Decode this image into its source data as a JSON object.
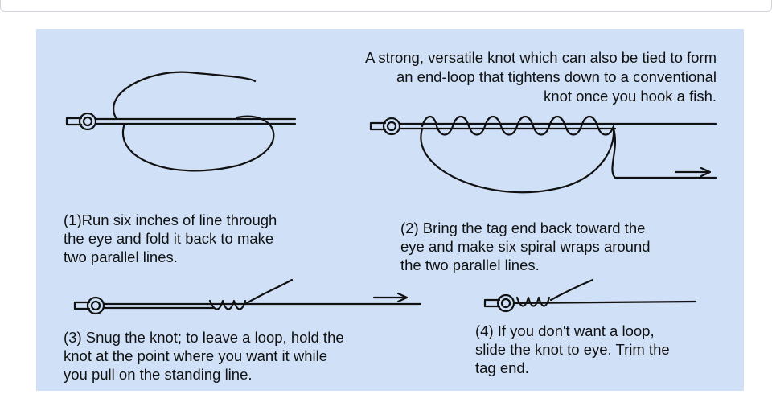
{
  "intro": {
    "line1": "A strong, versatile knot which can also be tied to form",
    "line2": "an end-loop that tightens down to a conventional",
    "line3": "knot once you hook a fish."
  },
  "steps": [
    {
      "line1": "(1)Run six inches of line through",
      "line2": "the eye and fold it back to make",
      "line3": "two parallel lines."
    },
    {
      "line1": "(2) Bring the tag end back toward the",
      "line2": "eye and make six spiral wraps around",
      "line3": "the two parallel lines."
    },
    {
      "line1": "(3) Snug the knot; to leave a loop, hold the",
      "line2": "knot at the point where you want it while",
      "line3": "you pull on the standing line."
    },
    {
      "line1": "(4) If you don't want a loop,",
      "line2": "slide the knot to eye. Trim the",
      "line3": "tag end."
    }
  ],
  "colors": {
    "background": "#cfe0f7",
    "ink": "#111111"
  }
}
